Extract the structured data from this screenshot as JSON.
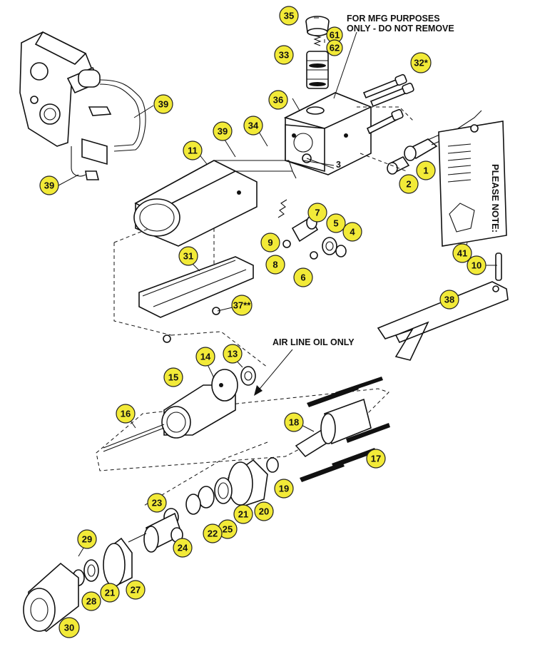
{
  "notes": {
    "mfg_line1": "FOR MFG PURPOSES",
    "mfg_line2": "ONLY - DO NOT REMOVE",
    "air_line_oil": "AIR LINE OIL ONLY",
    "plain_label_3": "3"
  },
  "tag": {
    "title": "PLEASE NOTE:"
  },
  "callouts": {
    "c1": "1",
    "c2": "2",
    "c4": "4",
    "c5": "5",
    "c6": "6",
    "c7": "7",
    "c8": "8",
    "c9": "9",
    "c10": "10",
    "c11": "11",
    "c13": "13",
    "c14": "14",
    "c15": "15",
    "c16": "16",
    "c17": "17",
    "c18": "18",
    "c19": "19",
    "c20": "20",
    "c21a": "21",
    "c21b": "21",
    "c22": "22",
    "c23": "23",
    "c24": "24",
    "c25": "25",
    "c27": "27",
    "c28": "28",
    "c29": "29",
    "c30": "30",
    "c31": "31",
    "c32": "32*",
    "c33": "33",
    "c34": "34",
    "c35": "35",
    "c36": "36",
    "c37": "37**",
    "c38": "38",
    "c39a": "39",
    "c39b": "39",
    "c39c": "39",
    "c41": "41",
    "c61": "61",
    "c62": "62"
  },
  "colors": {
    "callout_fill": "#f2ea38",
    "line": "#111111"
  }
}
